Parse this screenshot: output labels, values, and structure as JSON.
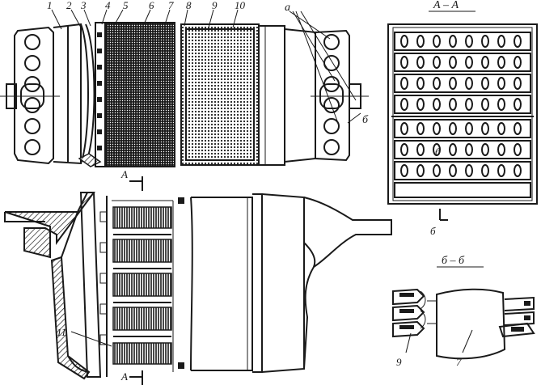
{
  "callouts": {
    "top": [
      "1",
      "2",
      "3",
      "4",
      "5",
      "6",
      "7",
      "8",
      "9",
      "10"
    ],
    "a": "а",
    "b": "б",
    "eleven": "11",
    "bottom_right": [
      "9",
      "7"
    ]
  },
  "section_marks": {
    "a": "А",
    "b": "б"
  },
  "views": {
    "section_aa": "А – А",
    "section_bb": "б – б"
  },
  "colors": {
    "ink": "#1a1a1a",
    "paper": "#ffffff"
  }
}
